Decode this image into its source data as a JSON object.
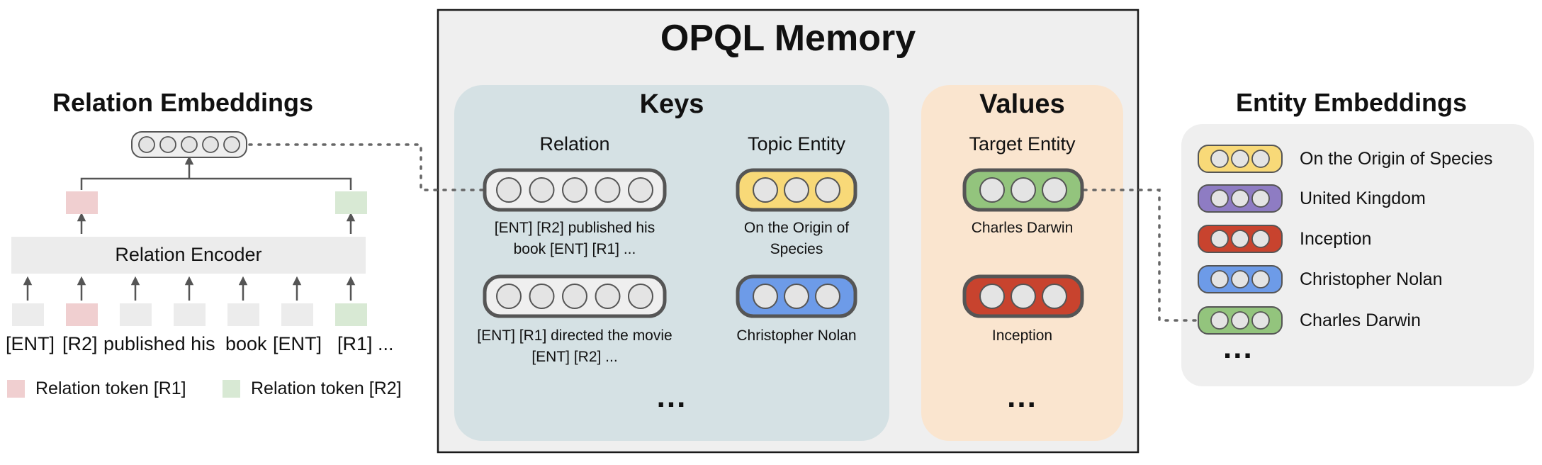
{
  "relation_panel": {
    "title": "Relation Embeddings",
    "encoder_label": "Relation Encoder",
    "tokens": [
      "[ENT]",
      "[R2]",
      "published his",
      "book",
      "[ENT]",
      "[R1] ..."
    ],
    "legend": [
      {
        "label": "Relation token [R1]",
        "color": "#f0cfd0"
      },
      {
        "label": "Relation token [R2]",
        "color": "#d8e9d4"
      }
    ],
    "colors": {
      "token_box": "#ececec",
      "r2_box": "#f0cfd0",
      "r1_box": "#d8e9d4",
      "encoder": "#ececec"
    }
  },
  "memory": {
    "title": "OPQL Memory",
    "keys": {
      "title": "Keys",
      "relation_header": "Relation",
      "topic_header": "Topic Entity",
      "rows": [
        {
          "relation_text": "[ENT] [R2] published his book [ENT] [R1] ...",
          "relation_lines": [
            "[ENT] [R2] published his",
            "book [ENT] [R1] ..."
          ],
          "topic": "On the Origin of Species",
          "topic_lines": [
            "On the Origin of",
            "Species"
          ],
          "topic_color": "#f8d978"
        },
        {
          "relation_text": "[ENT] [R1] directed the movie [ENT] [R2] ...",
          "relation_lines": [
            "[ENT] [R1] directed the movie",
            "[ENT] [R2] ..."
          ],
          "topic": "Christopher Nolan",
          "topic_lines": [
            "Christopher Nolan"
          ],
          "topic_color": "#6d9be8"
        }
      ],
      "ellipsis": "...",
      "bg_color": "#d5e1e4"
    },
    "values": {
      "title": "Values",
      "header": "Target Entity",
      "rows": [
        {
          "label": "Charles Darwin",
          "color": "#93c47d"
        },
        {
          "label": "Inception",
          "color": "#c8432e"
        }
      ],
      "ellipsis": "...",
      "bg_color": "#fae5cf"
    },
    "bg_color": "#efefef"
  },
  "entity_panel": {
    "title": "Entity Embeddings",
    "items": [
      {
        "label": "On the Origin of Species",
        "color": "#f8d978"
      },
      {
        "label": "United Kingdom",
        "color": "#8e7cc3"
      },
      {
        "label": "Inception",
        "color": "#c8432e"
      },
      {
        "label": "Christopher Nolan",
        "color": "#6d9be8"
      },
      {
        "label": "Charles Darwin",
        "color": "#93c47d"
      }
    ],
    "ellipsis": "...",
    "bg_color": "#efefef"
  }
}
